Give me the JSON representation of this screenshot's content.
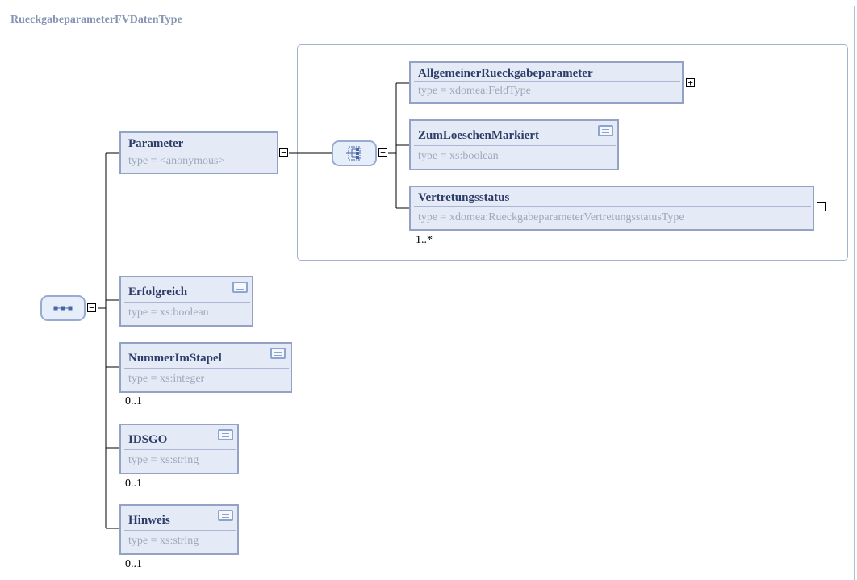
{
  "title": "RueckgabeparameterFVDatenType",
  "compositors": {
    "root": {
      "kind": "sequence",
      "icon": "sequence-icon"
    },
    "parameter": {
      "kind": "choice",
      "icon": "choice-icon"
    }
  },
  "toggles": {
    "collapse": "−",
    "expand": "+"
  },
  "elements": {
    "parameter": {
      "name": "Parameter",
      "type": "type  =  <anonymous>"
    },
    "allgemeiner": {
      "name": "AllgemeinerRueckgabeparameter",
      "type": "type  =  xdomea:FeldType"
    },
    "zumLoeschen": {
      "name": "ZumLoeschenMarkiert",
      "type": "type  =  xs:boolean"
    },
    "vertretung": {
      "name": "Vertretungsstatus",
      "type": "type  =  xdomea:RueckgabeparameterVertretungsstatusType",
      "cardinality": "1..*"
    },
    "erfolgreich": {
      "name": "Erfolgreich",
      "type": "type  =  xs:boolean"
    },
    "nummer": {
      "name": "NummerImStapel",
      "type": "type  =  xs:integer",
      "cardinality": "0..1"
    },
    "idsgo": {
      "name": "IDSGO",
      "type": "type  =  xs:string",
      "cardinality": "0..1"
    },
    "hinweis": {
      "name": "Hinweis",
      "type": "type  =  xs:string",
      "cardinality": "0..1"
    }
  },
  "colors": {
    "box_fill": "#e4eaf6",
    "box_border": "#94a2c6",
    "name_text": "#2e3c68",
    "type_text": "#a0a8bc",
    "title_text": "#8795b3"
  }
}
